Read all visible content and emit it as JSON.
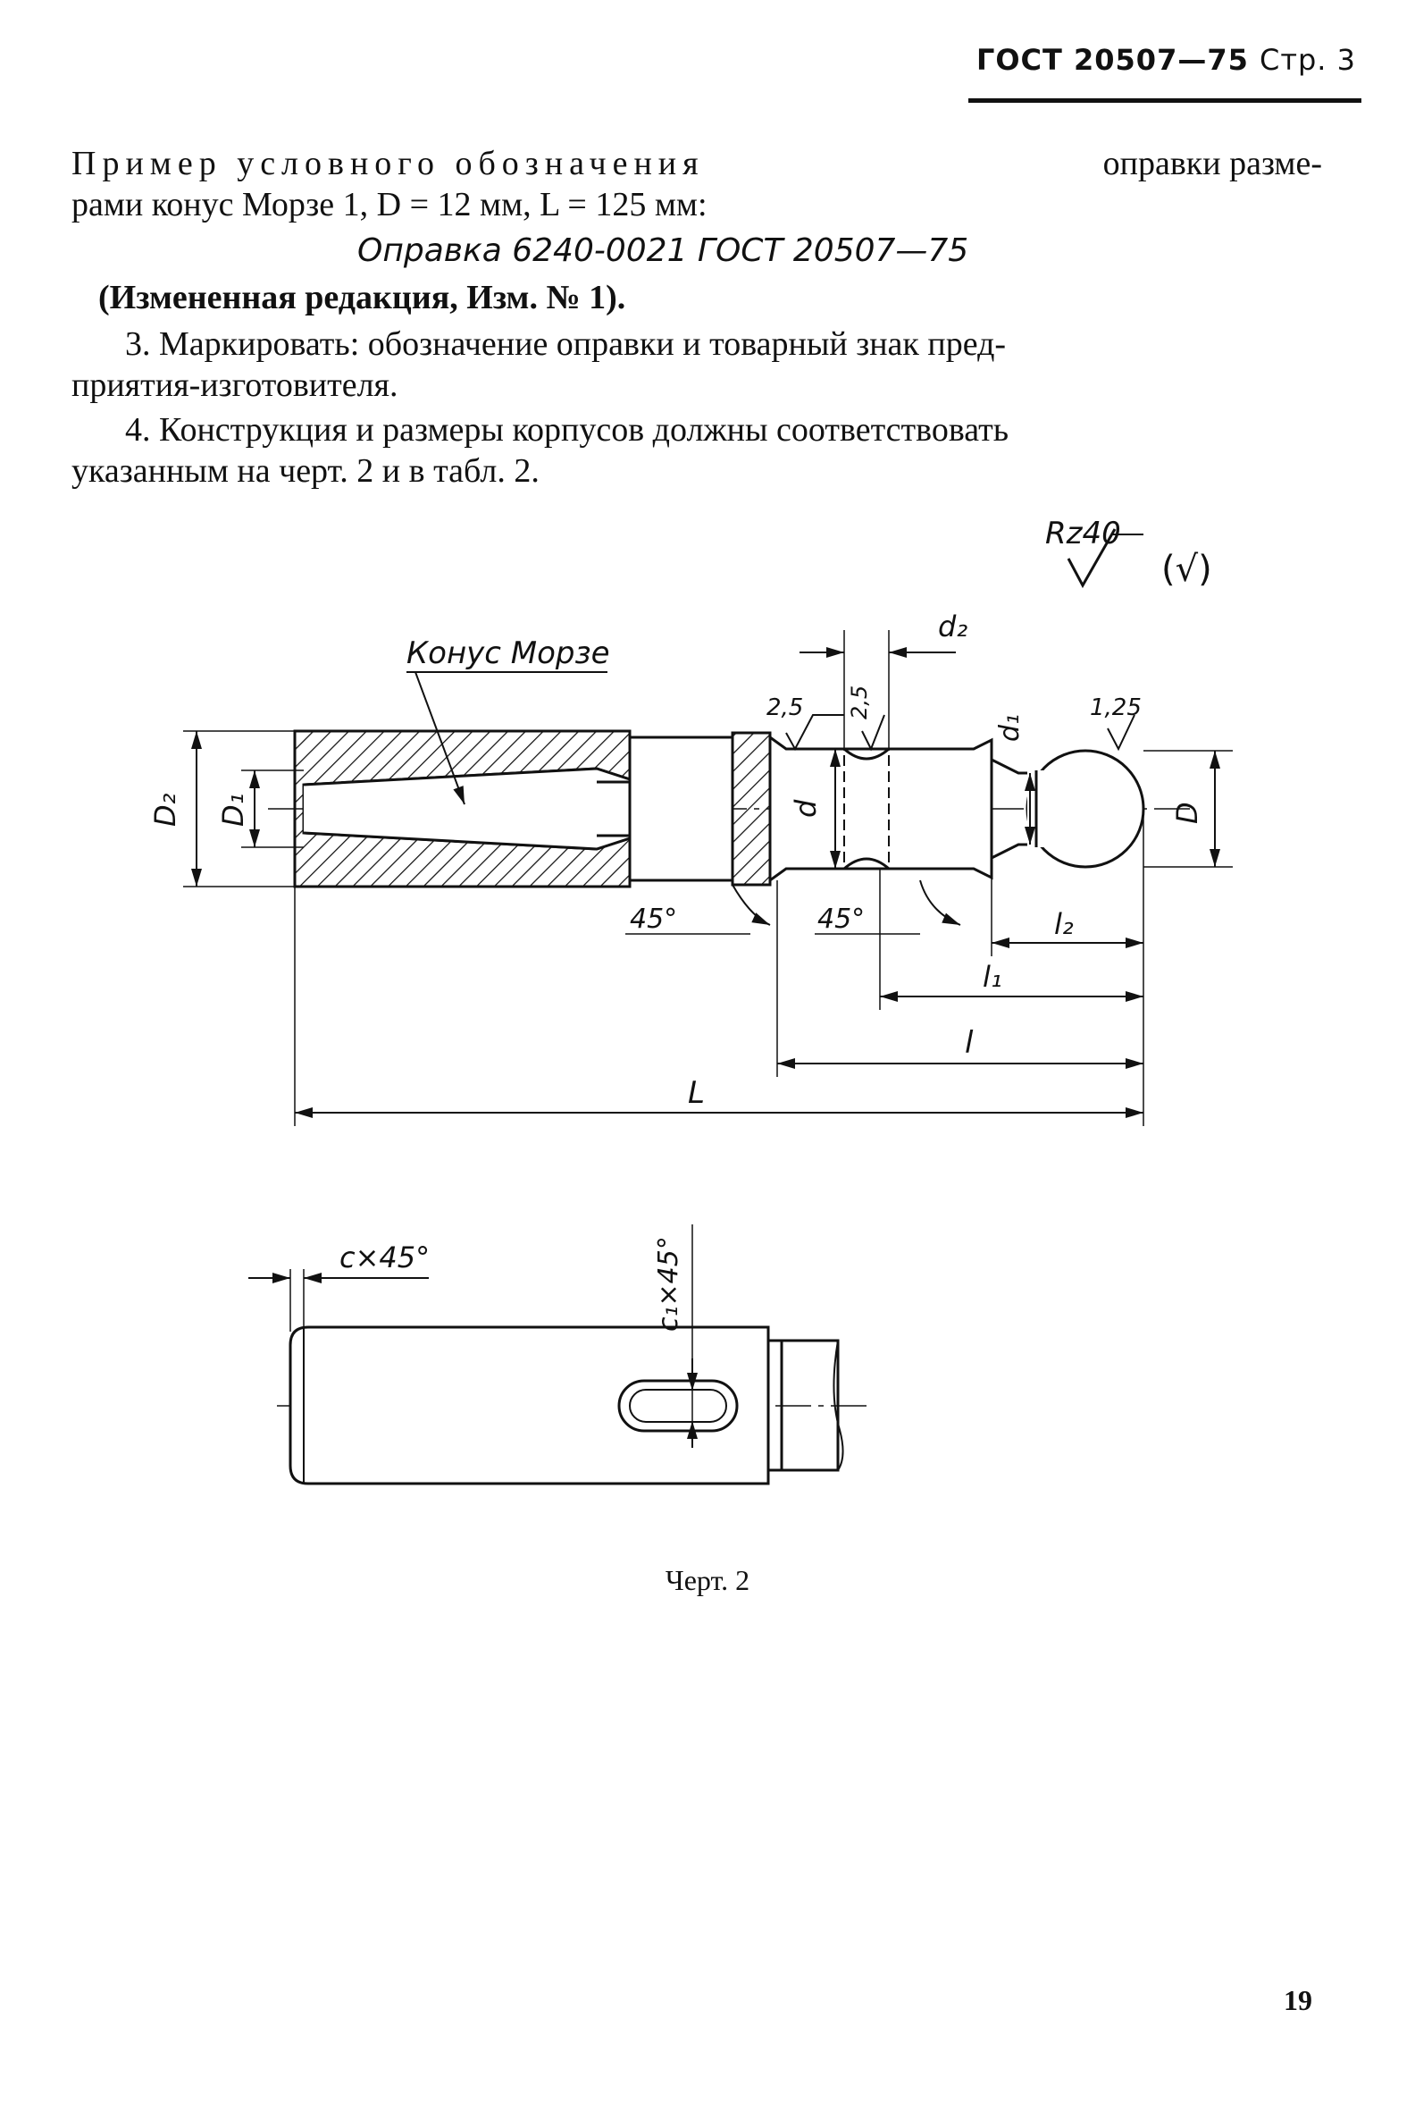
{
  "header": {
    "standard": "ГОСТ 20507—75",
    "page": "Стр. 3"
  },
  "body": {
    "example_line1_a": "Пример условного обозначения",
    "example_line1_b": "оправки размe-",
    "example_line2": "рами конус Морзе 1, D = 12 мм, L = 125 мм:",
    "designation": "Оправка 6240-0021 ГОСТ 20507—75",
    "revision_note": "(Измененная редакция, Изм. № 1).",
    "item3_line1": "3. Маркировать: обозначение оправки и товарный знак пред-",
    "item3_line2": "приятия-изготовителя.",
    "item4_line1": "4. Конструкция и размеры корпусов должны соответствовать",
    "item4_line2": "указанным на черт. 2 и в табл. 2."
  },
  "drawing": {
    "roughness_general": "Rz40",
    "roughness_other": "(√)",
    "morse_taper_label": "Конус Морзе",
    "dims": {
      "D2": "D₂",
      "D1": "D₁",
      "d": "d",
      "d1": "d₁",
      "d2": "d₂",
      "D": "D",
      "L": "L",
      "l": "l",
      "l1": "l₁",
      "l2": "l₂",
      "angle1": "45°",
      "angle2": "45°",
      "rough1": "2,5",
      "rough2": "2,5",
      "rough3": "1,25"
    },
    "detail": {
      "chamfer": "c×45°",
      "chamfer1": "c₁×45°"
    }
  },
  "caption": "Черт. 2",
  "page_number": "19"
}
